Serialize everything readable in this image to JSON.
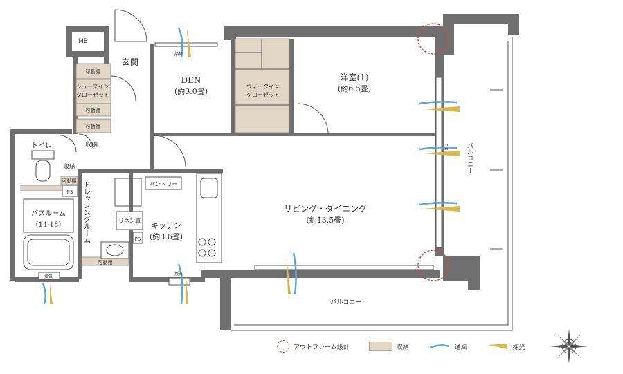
{
  "rooms": {
    "mb": "MB",
    "entrance": "玄関",
    "den_name": "DEN",
    "den_size": "(約3.0畳)",
    "walkin_line1": "ウォークイン",
    "walkin_line2": "クローゼット",
    "western_name": "洋室(1)",
    "western_size": "(約6.5畳)",
    "shoes_line1": "シューズイン",
    "shoes_line2": "クローゼット",
    "shelf_label": "可動棚",
    "toilet": "トイレ",
    "storage": "収納",
    "ps": "PS",
    "pantry": "パントリー",
    "dressing": "ドレッシングルーム",
    "linen": "リネン庫",
    "bath_name": "バスルーム",
    "bath_size": "(14-18)",
    "kitchen_name": "キッチン",
    "kitchen_size": "(約3.6畳)",
    "living_name": "リビング・ダイニング",
    "living_size": "(約13.5畳)",
    "balcony": "バルコニー",
    "balcony_side": "バルコニー",
    "fix": "FIX",
    "vent": "換気"
  },
  "legend": {
    "outframe": "アウトフレーム設計",
    "storage": "収納",
    "ventilation": "通風",
    "daylight": "採光"
  },
  "colors": {
    "wall": "#6f6f6f",
    "storage_fill": "#e2d6c6",
    "outframe_circle": "#cc4b4b",
    "ventilation": "#5aa9d6",
    "daylight": "#d9b84a"
  },
  "icons": [
    "outframe-circle-icon",
    "storage-swatch-icon",
    "ventilation-icon",
    "daylight-icon",
    "compass-icon"
  ]
}
